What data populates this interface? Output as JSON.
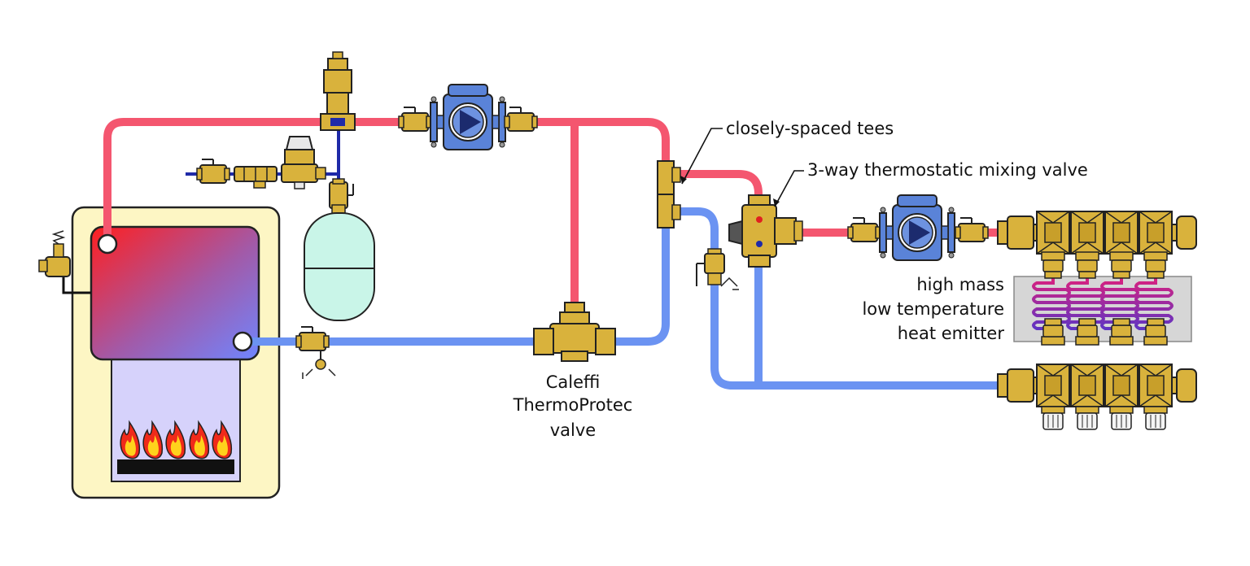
{
  "labels": {
    "closely_spaced_tees": "closely-spaced tees",
    "mixing_valve": "3-way thermostatic mixing valve",
    "emitter_line1": "high mass",
    "emitter_line2": "low temperature",
    "emitter_line3": "heat emitter",
    "thermoprotec_line1": "Caleffi",
    "thermoprotec_line2": "ThermoProtec",
    "thermoprotec_line3": "valve"
  },
  "colors": {
    "hot_pipe": "#f4566f",
    "cold_pipe": "#6b93f2",
    "cold_water_line": "#1f2aa8",
    "brass": "#d9b23c",
    "boiler_jacket": "#fdf6c4",
    "expansion_tank": "#c9f5e8",
    "combustion_chamber": "#d6d2fb",
    "flame_outer": "#f02a1a",
    "flame_inner": "#ffd21c",
    "emitter_slab": "#d6d6d6",
    "pump_body": "#5a83d8",
    "pump_triangle": "#1c2b6e"
  },
  "icons": [
    "boiler",
    "burner-flame",
    "pressure-relief-valve",
    "air-separator",
    "pressure-reducing-valve",
    "expansion-tank",
    "circulator-pump",
    "isolation-flange",
    "ball-valve",
    "closely-spaced-tees",
    "thermostatic-mixing-valve",
    "manifold",
    "thermoprotec-valve",
    "drain-valve"
  ]
}
